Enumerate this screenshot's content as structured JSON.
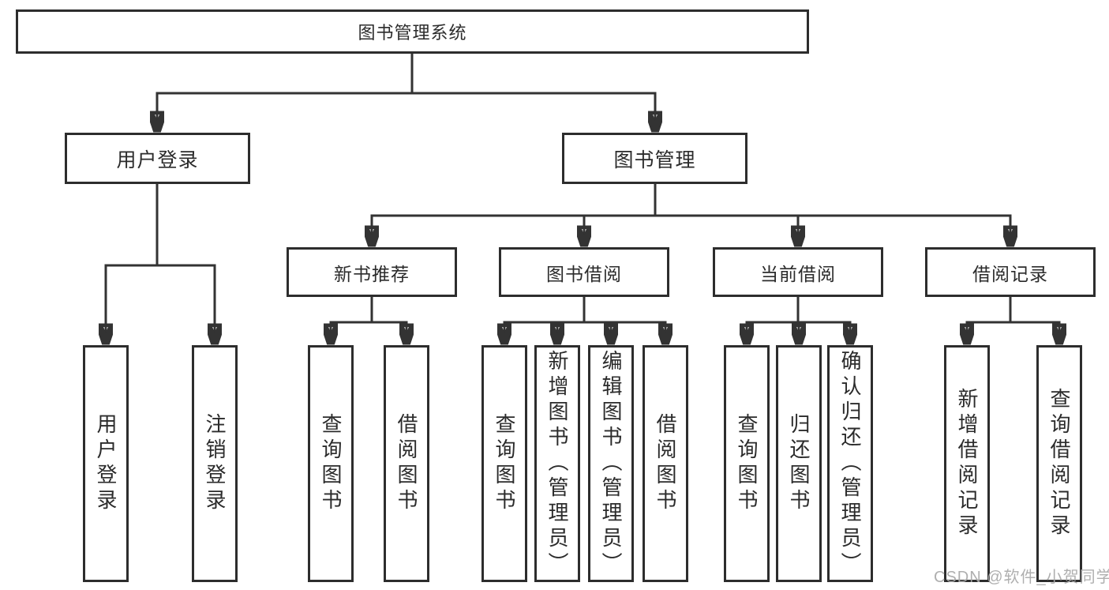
{
  "diagram": {
    "root": "图书管理系统",
    "branches": [
      {
        "label": "用户登录",
        "children": [
          "用户登录",
          "注销登录"
        ]
      },
      {
        "label": "图书管理",
        "children": [
          {
            "label": "新书推荐",
            "children": [
              "查询图书",
              "借阅图书"
            ]
          },
          {
            "label": "图书借阅",
            "children": [
              "查询图书",
              "新增图书（管理员）",
              "编辑图书（管理员）",
              "借阅图书"
            ]
          },
          {
            "label": "当前借阅",
            "children": [
              "查询图书",
              "归还图书",
              "确认归还（管理员）"
            ]
          },
          {
            "label": "借阅记录",
            "children": [
              "新增借阅记录",
              "查询借阅记录"
            ]
          }
        ]
      }
    ]
  },
  "watermark": {
    "text": "CSDN @软件_小贺同学"
  },
  "colors": {
    "ink": "#2d2d2d",
    "line": "#333333",
    "watermark": "#a8a8a8",
    "background": "#ffffff"
  }
}
